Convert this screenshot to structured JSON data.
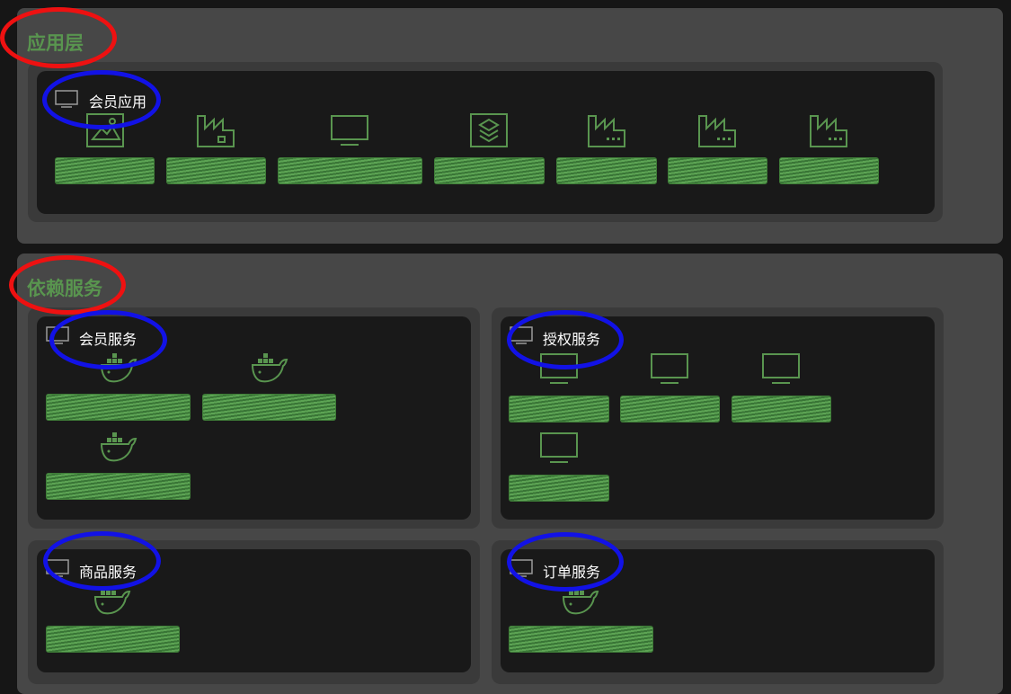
{
  "layers": [
    {
      "title": "应用层"
    },
    {
      "title": "依赖服务"
    }
  ],
  "groups": {
    "member_app": {
      "title": "会员应用",
      "icon": "monitor-icon",
      "nodes": [
        {
          "icon": "picture-icon"
        },
        {
          "icon": "factory-icon"
        },
        {
          "icon": "monitor-icon"
        },
        {
          "icon": "layers-icon"
        },
        {
          "icon": "factory-dots-icon"
        },
        {
          "icon": "factory-dots-icon"
        },
        {
          "icon": "factory-dots-icon"
        }
      ]
    },
    "member_service": {
      "title": "会员服务",
      "icon": "monitor-icon",
      "nodes": [
        {
          "icon": "docker-icon"
        },
        {
          "icon": "docker-icon"
        },
        {
          "icon": "docker-icon"
        }
      ]
    },
    "auth_service": {
      "title": "授权服务",
      "icon": "monitor-icon",
      "nodes": [
        {
          "icon": "monitor-icon"
        },
        {
          "icon": "monitor-icon"
        },
        {
          "icon": "monitor-icon"
        },
        {
          "icon": "monitor-icon"
        }
      ]
    },
    "goods_service": {
      "title": "商品服务",
      "icon": "monitor-icon",
      "nodes": [
        {
          "icon": "docker-icon"
        }
      ]
    },
    "order_service": {
      "title": "订单服务",
      "icon": "monitor-icon",
      "nodes": [
        {
          "icon": "docker-icon"
        }
      ]
    }
  },
  "colors": {
    "accent_green": "#59954f",
    "highlight_red": "#ee1111",
    "highlight_blue": "#1212e6"
  }
}
